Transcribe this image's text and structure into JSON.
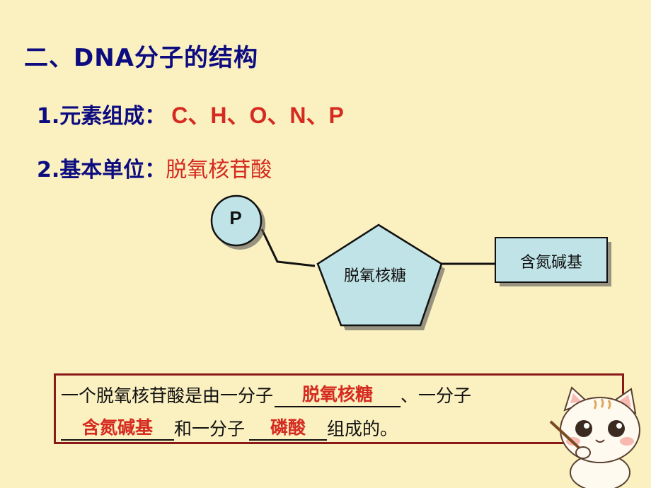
{
  "heading": {
    "text": "二、DNA分子的结构"
  },
  "items": [
    {
      "label": "1.元素组成：",
      "value": "C、H、O、N、P"
    },
    {
      "label": "2.基本单位：",
      "value": "脱氧核苷酸"
    }
  ],
  "diagram": {
    "phosphate": "P",
    "sugar": "脱氧核糖",
    "base": "含氮碱基"
  },
  "sentence": {
    "part1": "一个脱氧核苷酸是由一分子",
    "blank1": "脱氧核糖",
    "part2": "、一分子",
    "blank2": "含氮碱基",
    "part3": "和一分子",
    "blank3": "磷酸",
    "part4": "组成的。"
  },
  "colors": {
    "background": "#fbf0c0",
    "heading": "#0c0c80",
    "answer": "#d42a1f",
    "shape_fill": "#bfe3e6",
    "box_border": "#8a1a1a"
  }
}
